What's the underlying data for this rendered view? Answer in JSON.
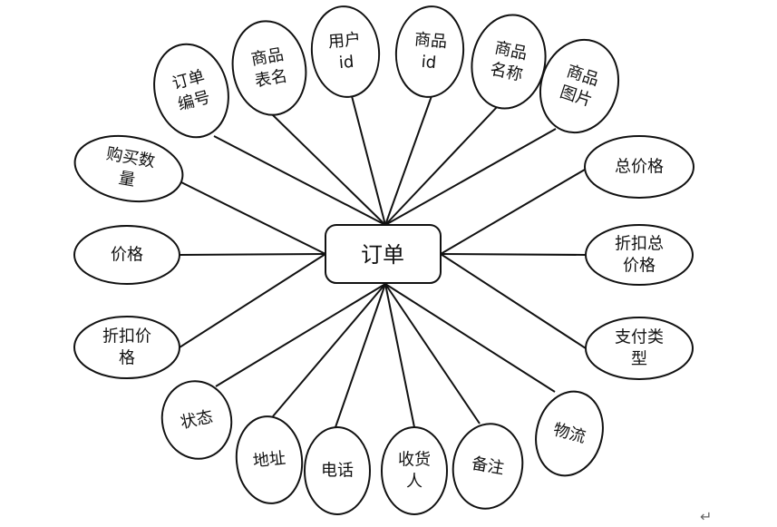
{
  "entity": {
    "label": "订单"
  },
  "attributes": [
    {
      "id": "order-no",
      "lines": [
        "订单",
        "编号"
      ]
    },
    {
      "id": "product-table-name",
      "lines": [
        "商品",
        "表名"
      ]
    },
    {
      "id": "user-id",
      "lines": [
        "用户",
        "id"
      ]
    },
    {
      "id": "product-id",
      "lines": [
        "商品",
        "id"
      ]
    },
    {
      "id": "product-name",
      "lines": [
        "商品",
        "名称"
      ]
    },
    {
      "id": "product-image",
      "lines": [
        "商品",
        "图片"
      ]
    },
    {
      "id": "purchase-quantity",
      "lines": [
        "购买数",
        "量"
      ]
    },
    {
      "id": "total-price",
      "lines": [
        "总价格"
      ]
    },
    {
      "id": "price",
      "lines": [
        "价格"
      ]
    },
    {
      "id": "discount-total-price",
      "lines": [
        "折扣总",
        "价格"
      ]
    },
    {
      "id": "discount-price",
      "lines": [
        "折扣价",
        "格"
      ]
    },
    {
      "id": "payment-type",
      "lines": [
        "支付类",
        "型"
      ]
    },
    {
      "id": "status",
      "lines": [
        "状态"
      ]
    },
    {
      "id": "address",
      "lines": [
        "地址"
      ]
    },
    {
      "id": "phone",
      "lines": [
        "电话"
      ]
    },
    {
      "id": "receiver",
      "lines": [
        "收货",
        "人"
      ]
    },
    {
      "id": "remark",
      "lines": [
        "备注"
      ]
    },
    {
      "id": "logistics",
      "lines": [
        "物流"
      ]
    }
  ],
  "paragraph_mark": "↵"
}
